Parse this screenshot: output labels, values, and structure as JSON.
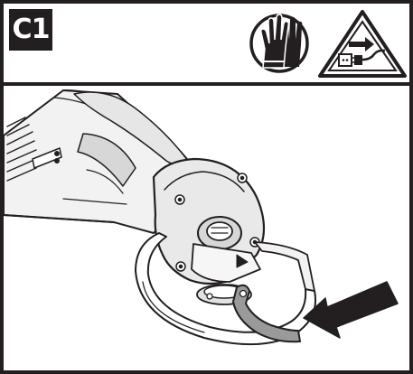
{
  "step": {
    "label": "C1"
  },
  "icons": {
    "gloves": "wear-protective-gloves-icon",
    "unplug": "disconnect-power-plug-icon"
  },
  "illustration": {
    "subject": "angle-grinder",
    "arrow_direction": "left"
  },
  "colors": {
    "ink": "#231f20",
    "background": "#ffffff",
    "lever": "#9a9a9a",
    "housing_light": "#f2f2f2",
    "housing_mid": "#d7d7d7"
  }
}
